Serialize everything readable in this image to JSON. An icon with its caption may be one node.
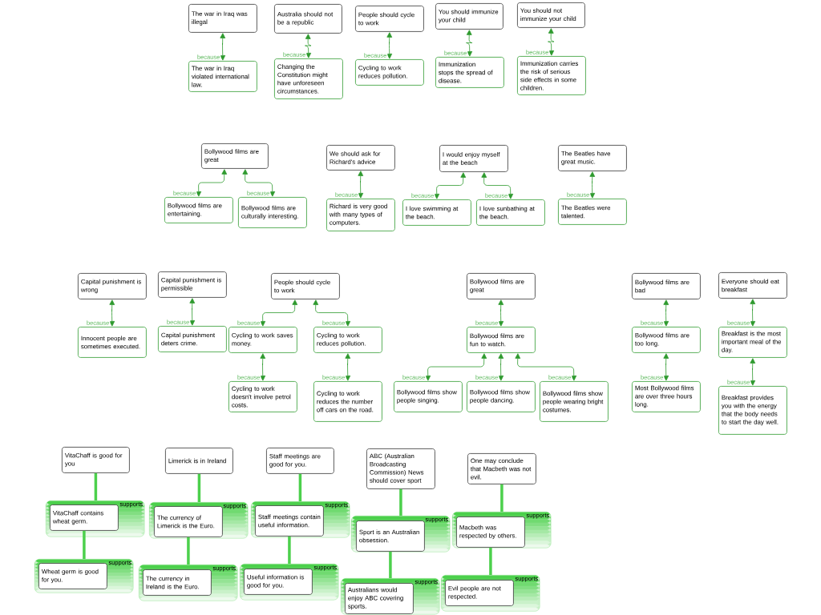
{
  "diagram": {
    "nodes": [
      {
        "text": [
          "The war in Iraq was illegal"
        ]
      },
      {
        "text": [
          "The war in Iraq violated international law."
        ]
      },
      {
        "text": [
          "Australia should not be a republic"
        ]
      },
      {
        "text": [
          "Changing the Constitution might have unforeseen circumstances."
        ]
      },
      {
        "text": [
          "People should cycle to work"
        ]
      },
      {
        "text": [
          "Cycling to work reduces pollution."
        ]
      },
      {
        "text": [
          "You should immunize your child"
        ]
      },
      {
        "text": [
          "Immunization stops the spread of disease."
        ]
      },
      {
        "text": [
          "You should not immunize your child"
        ]
      },
      {
        "text": [
          "Immunization carries the risk of serious side effects in some children."
        ]
      },
      {
        "text": [
          "Bollywood films are great"
        ]
      },
      {
        "text": [
          "Bollywood films are entertaining."
        ]
      },
      {
        "text": [
          "Bollywood films are culturally interesting."
        ]
      },
      {
        "text": [
          "We should ask for Richard's advice"
        ]
      },
      {
        "text": [
          "Richard is very good with many types of computers."
        ]
      },
      {
        "text": [
          "I would enjoy myself at the beach"
        ]
      },
      {
        "text": [
          "I love swimming at the beach."
        ]
      },
      {
        "text": [
          "I love sunbathing at the beach."
        ]
      },
      {
        "text": [
          "The Beatles have great music."
        ]
      },
      {
        "text": [
          "The Beatles were talented."
        ]
      },
      {
        "text": [
          "Capital punishment is wrong"
        ]
      },
      {
        "text": [
          "Innocent people are sometimes executed."
        ]
      },
      {
        "text": [
          "Capital punishment is permissible"
        ]
      },
      {
        "text": [
          "Capital punishment deters crime."
        ]
      },
      {
        "text": [
          "People should cycle to work"
        ]
      },
      {
        "text": [
          "Cycling to work saves money."
        ]
      },
      {
        "text": [
          "Cycling to work reduces pollution."
        ]
      },
      {
        "text": [
          "Cycling to work doesn't involve petrol costs."
        ]
      },
      {
        "text": [
          "Cycling to work reduces the number off cars on the road."
        ]
      },
      {
        "text": [
          "Bollywood films are great"
        ]
      },
      {
        "text": [
          "Bollywood films are fun to watch."
        ]
      },
      {
        "text": [
          "Bollywood films show people singing."
        ]
      },
      {
        "text": [
          "Bollywood films show people dancing."
        ]
      },
      {
        "text": [
          "Bollywood films show people wearing bright costumes."
        ]
      },
      {
        "text": [
          "Bollywood films are bad"
        ]
      },
      {
        "text": [
          "Bollywood films are too long."
        ]
      },
      {
        "text": [
          "Most Bollywood films are over three hours long."
        ]
      },
      {
        "text": [
          "Everyone should eat breakfast"
        ]
      },
      {
        "text": [
          "Breakfast is the most important meal of the day."
        ]
      },
      {
        "text": [
          "Breakfast provides you with the energy that the body needs to start the day well."
        ]
      },
      {
        "text": [
          "VitaChaff is good for you"
        ]
      },
      {
        "text": [
          "supports"
        ]
      },
      {
        "text": [
          "VitaChaff contains wheat germ."
        ],
        "in": 41
      },
      {
        "text": [
          "supports"
        ]
      },
      {
        "text": [
          "Wheat germ is good for you."
        ],
        "in": 43
      },
      {
        "text": [
          "Limerick is in Ireland"
        ]
      },
      {
        "text": [
          "supports"
        ]
      },
      {
        "text": [
          "The currency of Limerick is the Euro."
        ],
        "in": 46
      },
      {
        "text": [
          "supports"
        ]
      },
      {
        "text": [
          "The currency in Ireland is the Euro."
        ],
        "in": 48
      },
      {
        "text": [
          "Staff meetings are good for you."
        ]
      },
      {
        "text": [
          "supports"
        ]
      },
      {
        "text": [
          "Staff meetings contain useful information."
        ],
        "in": 51
      },
      {
        "text": [
          "supports"
        ]
      },
      {
        "text": [
          "Useful information is good for you."
        ],
        "in": 53
      },
      {
        "text": [
          "ABC (Australian Broadcasting Commission) News should cover sport"
        ]
      },
      {
        "text": [
          "supports"
        ]
      },
      {
        "text": [
          "Sport is an Australian obsession."
        ],
        "in": 56
      },
      {
        "text": [
          "supports"
        ]
      },
      {
        "text": [
          "Australians would enjoy ABC covering sports."
        ],
        "in": 58
      },
      {
        "text": [
          "One may conclude that Macbeth was not evil."
        ]
      },
      {
        "text": [
          "supports"
        ]
      },
      {
        "text": [
          "Macbeth was respected by others."
        ],
        "in": 61
      },
      {
        "text": [
          "supports"
        ]
      },
      {
        "text": [
          "Evil people are not respected."
        ],
        "in": 63
      }
    ],
    "edges": [
      {
        "from": 0,
        "to": 1,
        "arrow": "both",
        "label": "because"
      },
      {
        "from": 2,
        "to": 3,
        "arrow": "both",
        "label": "because"
      },
      {
        "from": 4,
        "to": 5,
        "arrow": "both",
        "label": "because"
      },
      {
        "from": 6,
        "to": 7,
        "arrow": "both",
        "label": "because"
      },
      {
        "from": 8,
        "to": 9,
        "arrow": "both",
        "label": "because"
      },
      {
        "from": 10,
        "to": 11,
        "arrow": "both",
        "label": "because"
      },
      {
        "from": 10,
        "to": 12,
        "arrow": "both",
        "label": "because"
      },
      {
        "from": 13,
        "to": 14,
        "arrow": "both",
        "label": "because"
      },
      {
        "from": 15,
        "to": 16,
        "arrow": "both",
        "label": "because"
      },
      {
        "from": 15,
        "to": 17,
        "arrow": "both",
        "label": "because"
      },
      {
        "from": 18,
        "to": 19,
        "arrow": "both",
        "label": "because"
      },
      {
        "from": 20,
        "to": 21,
        "arrow": "both",
        "label": "because"
      },
      {
        "from": 22,
        "to": 23,
        "arrow": "both",
        "label": "because"
      },
      {
        "from": 24,
        "to": 25,
        "arrow": "both",
        "label": "because"
      },
      {
        "from": 24,
        "to": 26,
        "arrow": "both",
        "label": "because"
      },
      {
        "from": 25,
        "to": 27,
        "arrow": "both",
        "label": "because"
      },
      {
        "from": 26,
        "to": 28,
        "arrow": "both",
        "label": "because"
      },
      {
        "from": 29,
        "to": 30,
        "arrow": "both",
        "label": "because"
      },
      {
        "from": 30,
        "to": 31,
        "arrow": "both",
        "label": "because"
      },
      {
        "from": 30,
        "to": 32,
        "arrow": "both",
        "label": "because"
      },
      {
        "from": 30,
        "to": 33,
        "arrow": "both",
        "label": "because"
      },
      {
        "from": 34,
        "to": 35,
        "arrow": "both",
        "label": "because"
      },
      {
        "from": 35,
        "to": 36,
        "arrow": "both",
        "label": "because"
      },
      {
        "from": 37,
        "to": 38,
        "arrow": "both",
        "label": "because"
      },
      {
        "from": 38,
        "to": 39,
        "arrow": "both",
        "label": "because"
      },
      {
        "from": 40,
        "to": 41,
        "arrow": "none",
        "style": "thick",
        "color": "#4cd04c"
      },
      {
        "from": 42,
        "to": 43,
        "arrow": "none",
        "style": "thick",
        "color": "#4cd04c"
      },
      {
        "from": 45,
        "to": 46,
        "arrow": "none",
        "style": "thick",
        "color": "#4cd04c"
      },
      {
        "from": 47,
        "to": 48,
        "arrow": "none",
        "style": "thick",
        "color": "#4cd04c"
      },
      {
        "from": 50,
        "to": 51,
        "arrow": "none",
        "style": "thick",
        "color": "#4cd04c"
      },
      {
        "from": 52,
        "to": 53,
        "arrow": "none",
        "style": "thick",
        "color": "#4cd04c"
      },
      {
        "from": 55,
        "to": 56,
        "arrow": "none",
        "style": "thick",
        "color": "#4cd04c"
      },
      {
        "from": 57,
        "to": 58,
        "arrow": "none",
        "style": "thick",
        "color": "#4cd04c"
      },
      {
        "from": 60,
        "to": 61,
        "arrow": "none",
        "style": "thick",
        "color": "#4cd04c"
      },
      {
        "from": 62,
        "to": 63,
        "arrow": "none",
        "style": "thick",
        "color": "#4cd04c"
      }
    ]
  }
}
